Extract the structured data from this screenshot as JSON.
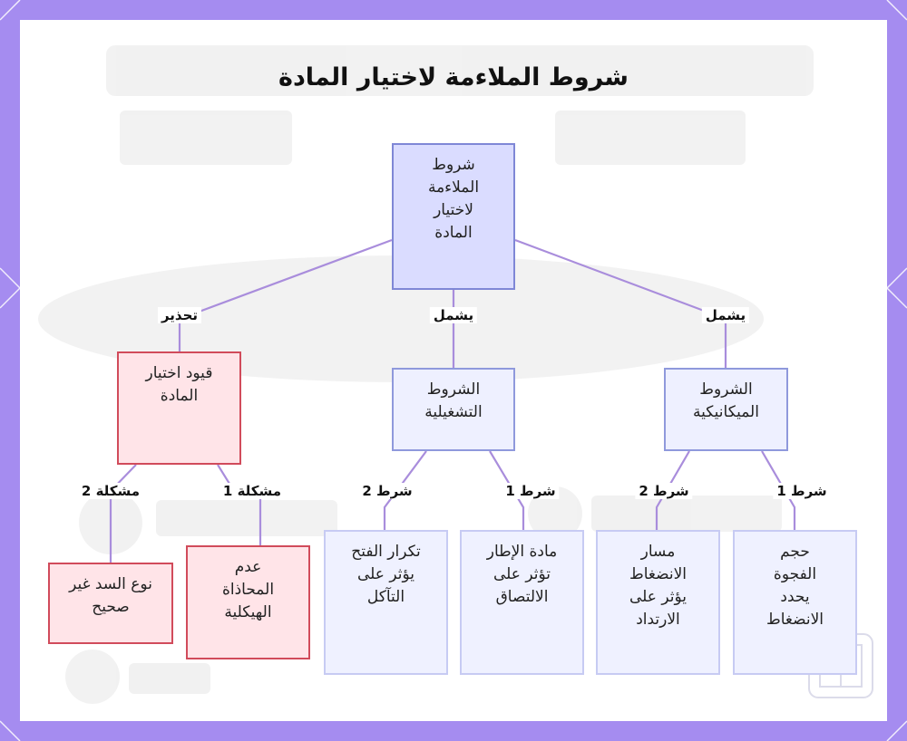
{
  "title": "شروط الملاءمة لاختيار المادة",
  "colors": {
    "frame": "#a58cf0",
    "edge": "#a98ddc",
    "root_fill": "#dadcff",
    "warning_border": "#d14b5b",
    "warning_fill": "#ffe4e8"
  },
  "nodes": {
    "root": "شروط الملاءمة لاختيار المادة",
    "mechanical": "الشروط الميكانيكية",
    "operational": "الشروط التشغيلية",
    "constraints": "قيود اختيار المادة",
    "gap": "حجم الفجوة يحدد الانضغاط",
    "compression_path": "مسار الانضغاط يؤثر على الارتداد",
    "frame_material": "مادة الإطار تؤثر على الالتصاق",
    "opening_frequency": "تكرار الفتح يؤثر على التآكل",
    "misalignment": "عدم المحاذاة الهيكلية",
    "wrong_seal": "نوع السد غير صحيح"
  },
  "edge_labels": {
    "includes_1": "يشمل",
    "includes_2": "يشمل",
    "warning": "تحذير",
    "mech_cond_1": "شرط 1",
    "mech_cond_2": "شرط 2",
    "op_cond_1": "شرط 1",
    "op_cond_2": "شرط 2",
    "problem_1": "مشكلة 1",
    "problem_2": "مشكلة 2"
  }
}
